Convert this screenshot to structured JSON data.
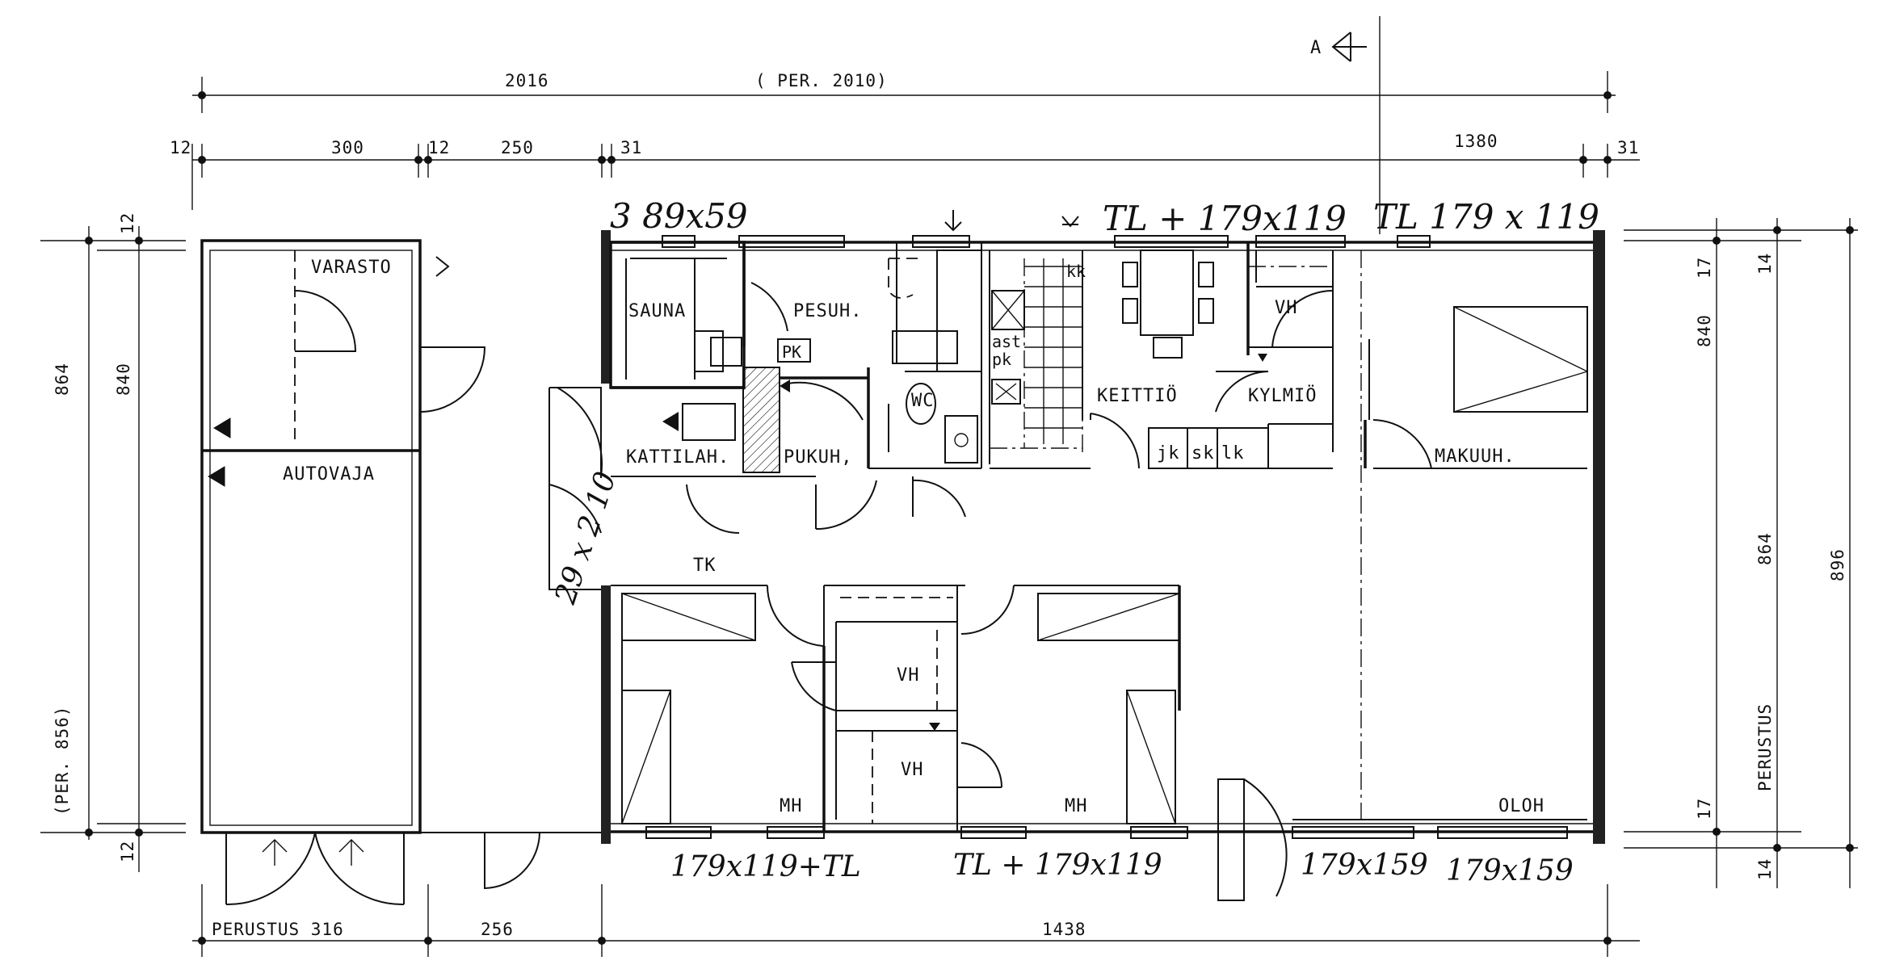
{
  "dimensions": {
    "total_width": "2016",
    "total_width_per": "( PER. 2010)",
    "seg_12a": "12",
    "seg_300": "300",
    "seg_12b": "12",
    "seg_250": "250",
    "seg_31a": "31",
    "seg_1380": "1380",
    "seg_31b": "31",
    "left_864": "864",
    "left_840": "840",
    "left_12_top": "12",
    "left_12_bot": "12",
    "left_per": "(PER. 856)",
    "right_17_top": "17",
    "right_14_top": "14",
    "right_840": "840",
    "right_864": "864",
    "right_896": "896",
    "right_17_bot": "17",
    "right_14_bot": "14",
    "right_perustus": "PERUSTUS",
    "bottom_perustus": "PERUSTUS 316",
    "bottom_256": "256",
    "bottom_1438": "1438",
    "section_mark": "A"
  },
  "rooms": {
    "varasto": "VARASTO",
    "autovaja": "AUTOVAJA",
    "sauna": "SAUNA",
    "pesuh": "PESUH.",
    "pk": "PK",
    "kattilah": "KATTILAH.",
    "pukuh": "PUKUH,",
    "wc": "WC",
    "kk": "kk",
    "ast": "ast",
    "pk2": "pk",
    "keittio": "KEITTIÖ",
    "kylmio": "KYLMIÖ",
    "vh_top": "VH",
    "jk": "jk",
    "sk": "sk",
    "lk": "lk",
    "makuuh": "MAKUUH.",
    "tk": "TK",
    "vh_mid": "VH",
    "vh_low": "VH",
    "mh_left": "MH",
    "mh_right": "MH",
    "oloh": "OLOH"
  },
  "windows": {
    "top_1": "3 89x59",
    "top_2": "TL + 179x119",
    "top_3": "TL 179 x 119",
    "side": "29 x 2 10",
    "bottom_1": "179x119+TL",
    "bottom_2": "TL + 179x119",
    "bottom_3": "179x159",
    "bottom_4": "179x159"
  }
}
